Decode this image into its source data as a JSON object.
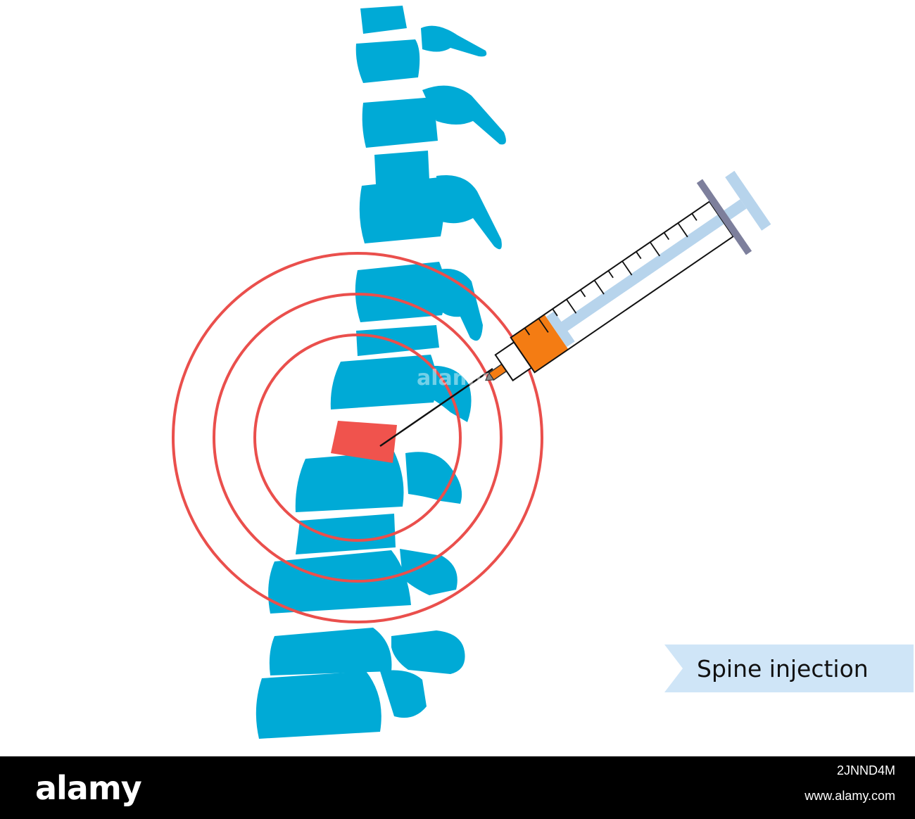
{
  "label": {
    "text": "Spine injection"
  },
  "footer": {
    "brand": "alamy",
    "stock_id": "2JNND4M",
    "url": "www.alamy.com"
  },
  "watermark": "alamy",
  "icons": {
    "spine": "spine-vertebrae-icon",
    "syringe": "syringe-icon",
    "pain_rings": "pain-target-rings-icon"
  },
  "colors": {
    "bone": "#00aad6",
    "pain_disc": "#f0534d",
    "rings": "#ea4f4c",
    "medicine": "#f47c13",
    "plunger": "#b7d4ec",
    "plunger_cap": "#7d7f9c",
    "label_bg": "#cfe5f7",
    "footer_bg": "#000000"
  }
}
